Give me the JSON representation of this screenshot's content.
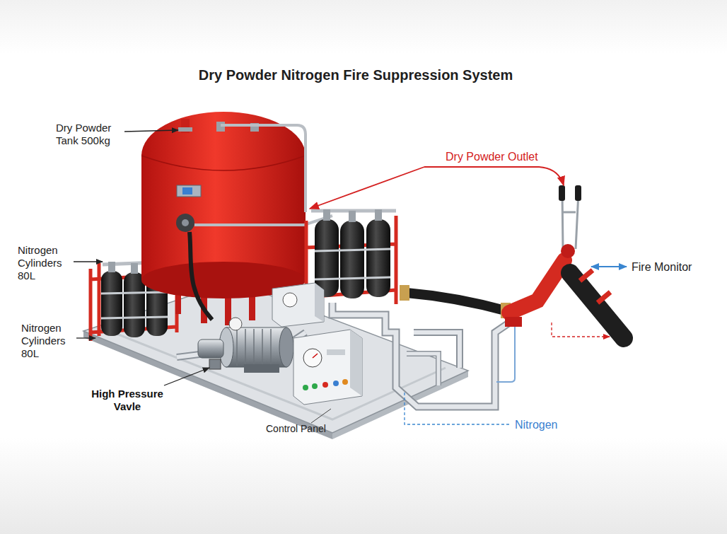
{
  "diagram": {
    "title": "Dry Powder Nitrogen Fire Suppression System",
    "labels": [
      "Dry Powder Tank 500kg",
      "Dry Powder Outlet",
      "Nitrogen Cylinders 80L",
      "Fire Monitor",
      "Nitrogen Cylinders 80L",
      "High Pressure Vavle",
      "Control Panel",
      "Nitrogen"
    ]
  }
}
